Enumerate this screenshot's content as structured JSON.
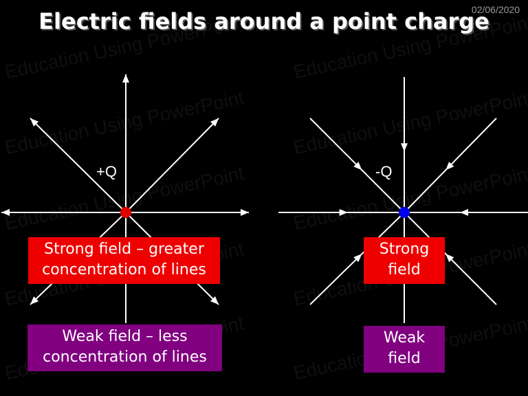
{
  "date": "02/06/2020",
  "title": "Electric fields around a point charge",
  "watermark": "Education Using PowerPoint",
  "colors": {
    "background": "#000000",
    "positive_charge": "#e00000",
    "negative_charge": "#0000ee",
    "strong_box": "#ee0000",
    "weak_box": "#800080",
    "field_lines": "#ffffff"
  },
  "positive": {
    "label": "+Q",
    "strong": [
      "Strong field – greater",
      "concentration of lines"
    ],
    "weak": [
      "Weak field – less",
      "concentration of lines"
    ],
    "arrow_direction": "outward"
  },
  "negative": {
    "label": "-Q",
    "strong": [
      "Strong",
      "field"
    ],
    "weak": [
      "Weak",
      "field"
    ],
    "arrow_direction": "inward"
  }
}
